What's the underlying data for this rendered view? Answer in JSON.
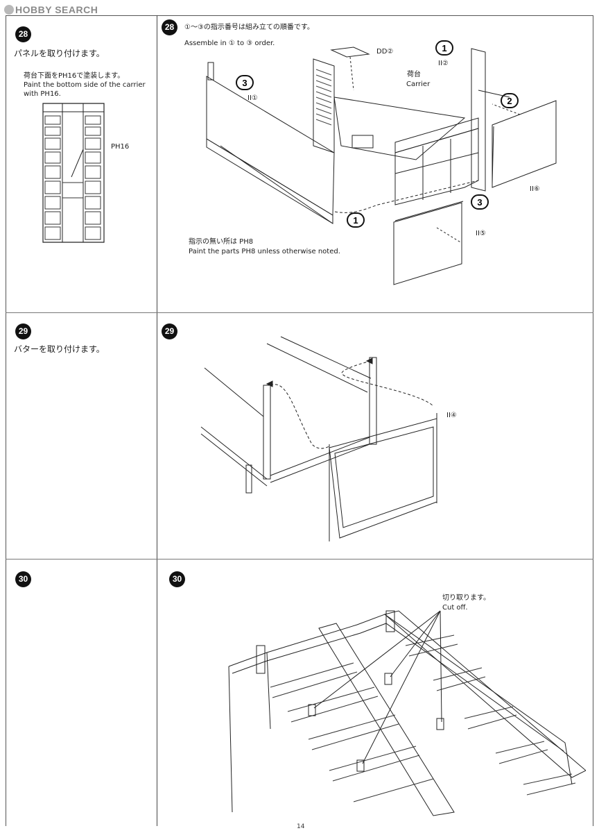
{
  "header": {
    "logo_text": "HOBBY SEARCH"
  },
  "page_number": "14",
  "steps": [
    {
      "number": "28",
      "left_instruction": "パネルを取り付けます。",
      "paint_note_jp": "荷台下面をPH16で塗装します。",
      "paint_note_en_1": "Paint the bottom side of the carrier",
      "paint_note_en_2": "with PH16.",
      "paint_code_label": "PH16",
      "order_note_jp": "①～③の指示番号は組み立ての順番です。",
      "order_note_en": "Assemble in ① to ③ order.",
      "labels": {
        "dd2": "DD②",
        "carrier_jp": "荷台",
        "carrier_en": "Carrier",
        "ii1": "II①",
        "ii2": "II②",
        "ii5": "II⑤",
        "ii6": "II⑥",
        "step_1": "1",
        "step_2": "2",
        "step_3": "3"
      },
      "default_paint_jp": "指示の無い所は PH8",
      "default_paint_en": "Paint the parts PH8 unless otherwise noted."
    },
    {
      "number": "29",
      "left_instruction": "バターを取り付けます。",
      "labels": {
        "ii4": "II④"
      }
    },
    {
      "number": "30",
      "left_instruction": "",
      "cut_note_jp": "切り取ります。",
      "cut_note_en": "Cut off."
    }
  ]
}
